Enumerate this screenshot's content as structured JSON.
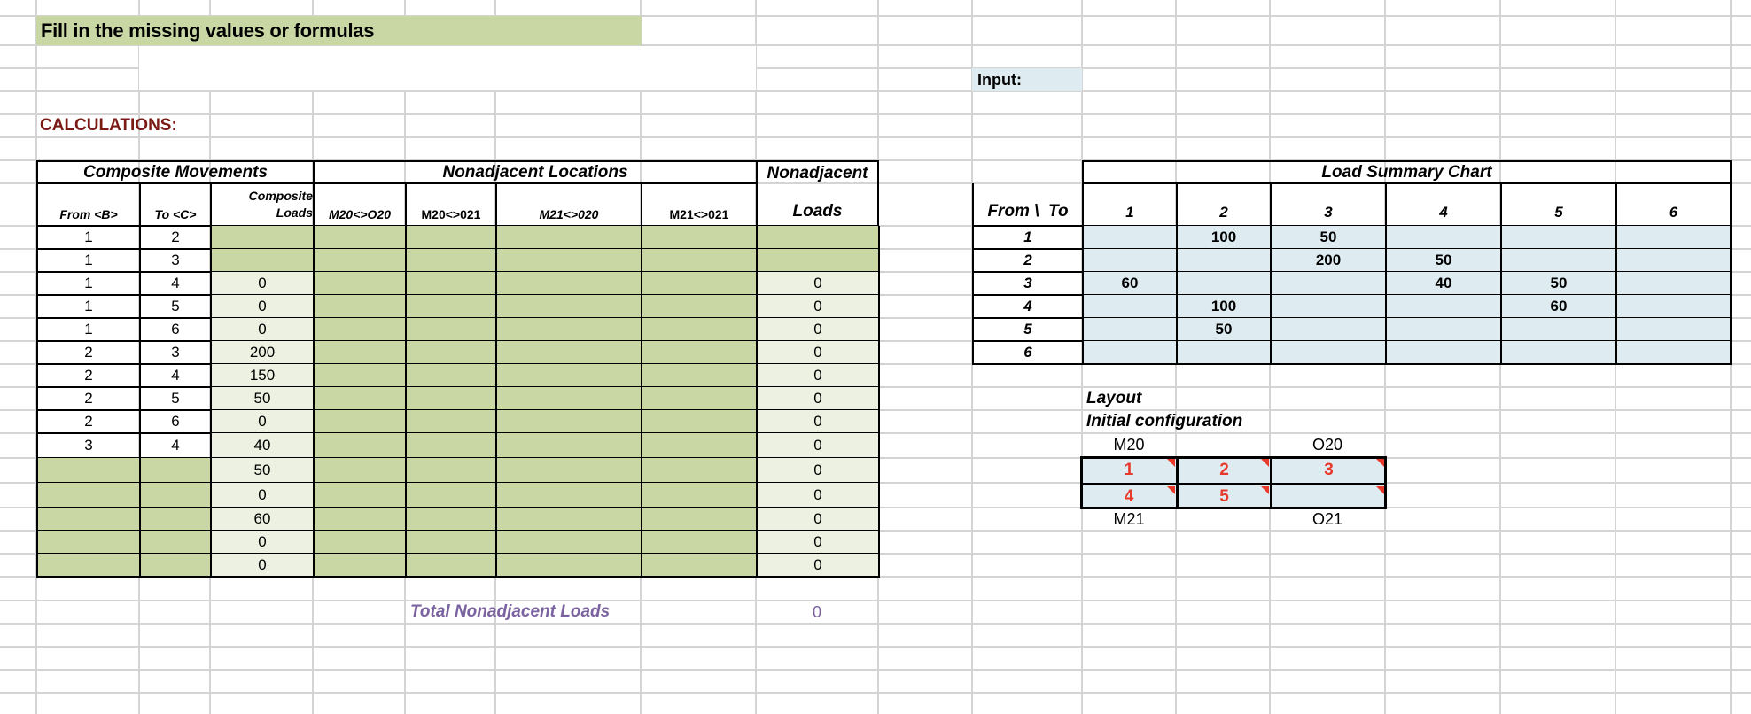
{
  "sheet": {
    "title": "Fill in the missing values or formulas",
    "calculations_label": "CALCULATIONS:",
    "input_label": "Input:"
  },
  "composite_table": {
    "group_headers": {
      "composite_movements": "Composite Movements",
      "nonadjacent_locations": "Nonadjacent Locations",
      "nonadjacent": "Nonadjacent"
    },
    "columns": {
      "from": "From <B>",
      "to": "To <C>",
      "composite_loads_line1": "Composite",
      "composite_loads_line2": "Loads",
      "m20_o20": "M20<>O20",
      "m20_021": "M20<>021",
      "m21_020": "M21<>020",
      "m21_021": "M21<>021",
      "nonadjacent_loads": "Loads"
    },
    "rows": [
      {
        "from": "1",
        "to": "2",
        "composite_loads": "",
        "nonadjacent_loads": ""
      },
      {
        "from": "1",
        "to": "3",
        "composite_loads": "",
        "nonadjacent_loads": ""
      },
      {
        "from": "1",
        "to": "4",
        "composite_loads": "0",
        "nonadjacent_loads": "0"
      },
      {
        "from": "1",
        "to": "5",
        "composite_loads": "0",
        "nonadjacent_loads": "0"
      },
      {
        "from": "1",
        "to": "6",
        "composite_loads": "0",
        "nonadjacent_loads": "0"
      },
      {
        "from": "2",
        "to": "3",
        "composite_loads": "200",
        "nonadjacent_loads": "0"
      },
      {
        "from": "2",
        "to": "4",
        "composite_loads": "150",
        "nonadjacent_loads": "0"
      },
      {
        "from": "2",
        "to": "5",
        "composite_loads": "50",
        "nonadjacent_loads": "0"
      },
      {
        "from": "2",
        "to": "6",
        "composite_loads": "0",
        "nonadjacent_loads": "0"
      },
      {
        "from": "3",
        "to": "4",
        "composite_loads": "40",
        "nonadjacent_loads": "0"
      },
      {
        "from": "",
        "to": "",
        "composite_loads": "50",
        "nonadjacent_loads": "0"
      },
      {
        "from": "",
        "to": "",
        "composite_loads": "0",
        "nonadjacent_loads": "0"
      },
      {
        "from": "",
        "to": "",
        "composite_loads": "60",
        "nonadjacent_loads": "0"
      },
      {
        "from": "",
        "to": "",
        "composite_loads": "0",
        "nonadjacent_loads": "0"
      },
      {
        "from": "",
        "to": "",
        "composite_loads": "0",
        "nonadjacent_loads": "0"
      }
    ],
    "total_label": "Total Nonadjacent Loads",
    "total_value": "0"
  },
  "load_summary": {
    "title": "Load Summary Chart",
    "corner_label": "From \\  To",
    "col_headers": [
      "1",
      "2",
      "3",
      "4",
      "5",
      "6"
    ],
    "row_headers": [
      "1",
      "2",
      "3",
      "4",
      "5",
      "6"
    ],
    "values": [
      [
        "",
        "100",
        "50",
        "",
        "",
        ""
      ],
      [
        "",
        "",
        "200",
        "50",
        "",
        ""
      ],
      [
        "60",
        "",
        "",
        "40",
        "50",
        ""
      ],
      [
        "",
        "100",
        "",
        "",
        "60",
        ""
      ],
      [
        "",
        "50",
        "",
        "",
        "",
        ""
      ],
      [
        "",
        "",
        "",
        "",
        "",
        ""
      ]
    ]
  },
  "layout": {
    "title": "Layout",
    "subtitle": "Initial configuration",
    "top_left_label": "M20",
    "top_right_label": "O20",
    "bottom_left_label": "M21",
    "bottom_right_label": "O21",
    "grid": [
      [
        "1",
        "2",
        "3"
      ],
      [
        "4",
        "5",
        ""
      ]
    ]
  },
  "colors": {
    "input_green": "#c9d7a4",
    "formula_light_green": "#edf1e1",
    "input_blue": "#deecf1",
    "calc_label_red": "#7b1a14",
    "total_purple": "#7a62a0",
    "layout_number_red": "#e8392b"
  }
}
